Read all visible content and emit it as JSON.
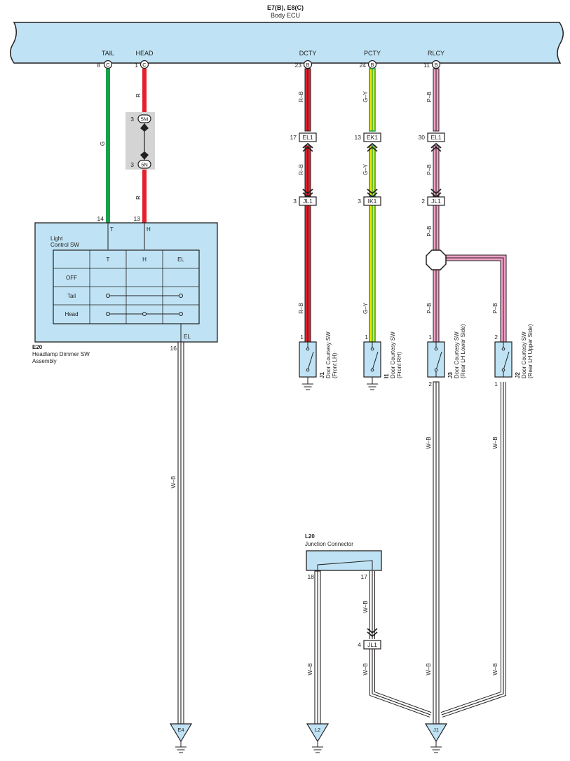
{
  "colors": {
    "background": "#ffffff",
    "component_fill": "#bfe3f4",
    "outline": "#231f20",
    "wire_green": "#16a14a",
    "wire_red": "#e4202a",
    "wire_yellow": "#f2e600",
    "wire_pink": "#ef9fc6",
    "wire_white_black": "#231f20",
    "splice_box": "#d4d4d4"
  },
  "ecu": {
    "connectors": "E7(B), E8(C)",
    "name": "Body ECU",
    "terminals": [
      {
        "label": "TAIL",
        "pin": "8",
        "conn": "C"
      },
      {
        "label": "HEAD",
        "pin": "1",
        "conn": "C"
      },
      {
        "label": "DCTY",
        "pin": "23",
        "conn": "B"
      },
      {
        "label": "PCTY",
        "pin": "24",
        "conn": "B"
      },
      {
        "label": "RLCY",
        "pin": "11",
        "conn": "B"
      }
    ]
  },
  "splice_connectors": [
    {
      "pin": "3",
      "code": "5M"
    },
    {
      "pin": "3",
      "code": "5N"
    }
  ],
  "headlamp_switch": {
    "id": "E20",
    "name_line1": "Headlamp Dimmer SW",
    "name_line2": "Assembly",
    "inner_title_line1": "Light",
    "inner_title_line2": "Control SW",
    "pins": {
      "t": "14",
      "h": "13",
      "el": "16"
    },
    "terminal_labels": {
      "t": "T",
      "h": "H",
      "el": "EL"
    },
    "table": {
      "headers": [
        "",
        "T",
        "H",
        "EL"
      ],
      "rows": [
        "OFF",
        "Tail",
        "Head"
      ]
    }
  },
  "wire_labels": {
    "tail": "G",
    "head_upper": "R",
    "head_lower": "R",
    "dcty": "R–B",
    "pcty": "G–Y",
    "rlcy": "P–B",
    "ground": "W–B"
  },
  "inline_connectors": [
    {
      "pin": "17",
      "code": "EL1"
    },
    {
      "pin": "13",
      "code": "EK1"
    },
    {
      "pin": "30",
      "code": "EL1"
    },
    {
      "pin": "3",
      "code": "JL1"
    },
    {
      "pin": "3",
      "code": "IK1"
    },
    {
      "pin": "2",
      "code": "JL1"
    },
    {
      "pin": "4",
      "code": "JL1"
    }
  ],
  "door_switches": [
    {
      "id": "J1",
      "name": "Door Courtesy SW",
      "sub": "(Front LH)",
      "pin_top": "1",
      "pin_bottom": ""
    },
    {
      "id": "I1",
      "name": "Door Courtesy SW",
      "sub": "(Front RH)",
      "pin_top": "1",
      "pin_bottom": ""
    },
    {
      "id": "J3",
      "name": "Door Courtesy SW",
      "sub": "(Rear LH Lower Side)",
      "pin_top": "1",
      "pin_bottom": "2"
    },
    {
      "id": "J2",
      "name": "Door Courtesy SW",
      "sub": "(Rear LH Upper Side)",
      "pin_top": "2",
      "pin_bottom": "1"
    }
  ],
  "junction": {
    "id": "L20",
    "name": "Junction Connector",
    "pin_left": "18",
    "pin_right": "17"
  },
  "grounds": [
    "E4",
    "L2",
    "J1"
  ]
}
